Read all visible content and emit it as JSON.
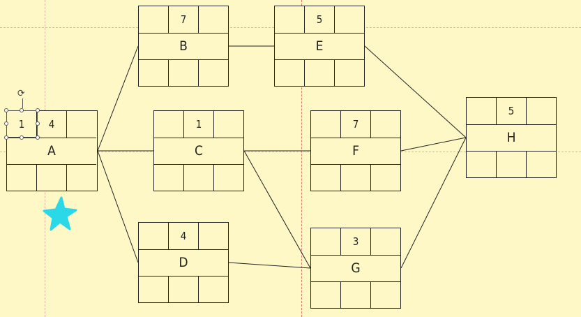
{
  "nodes": {
    "A": {
      "name": "A",
      "top": [
        "1",
        "4",
        ""
      ]
    },
    "B": {
      "name": "B",
      "top": [
        "",
        "7",
        ""
      ]
    },
    "C": {
      "name": "C",
      "top": [
        "",
        "1",
        ""
      ]
    },
    "D": {
      "name": "D",
      "top": [
        "",
        "4",
        ""
      ]
    },
    "E": {
      "name": "E",
      "top": [
        "",
        "5",
        ""
      ]
    },
    "F": {
      "name": "F",
      "top": [
        "",
        "7",
        ""
      ]
    },
    "G": {
      "name": "G",
      "top": [
        "",
        "3",
        ""
      ]
    },
    "H": {
      "name": "H",
      "top": [
        "",
        "5",
        ""
      ]
    }
  },
  "edges": [
    [
      "A",
      "B"
    ],
    [
      "A",
      "C"
    ],
    [
      "A",
      "D"
    ],
    [
      "B",
      "E"
    ],
    [
      "C",
      "F"
    ],
    [
      "C",
      "G"
    ],
    [
      "D",
      "G"
    ],
    [
      "E",
      "H"
    ],
    [
      "F",
      "H"
    ],
    [
      "G",
      "H"
    ]
  ],
  "colors": {
    "background": "#fdf8c6",
    "line": "#222222",
    "star": "#2ad8e8",
    "guide": "#e2b4a8"
  },
  "icons": {
    "rotate": "rotate-icon",
    "star": "star-shape"
  }
}
